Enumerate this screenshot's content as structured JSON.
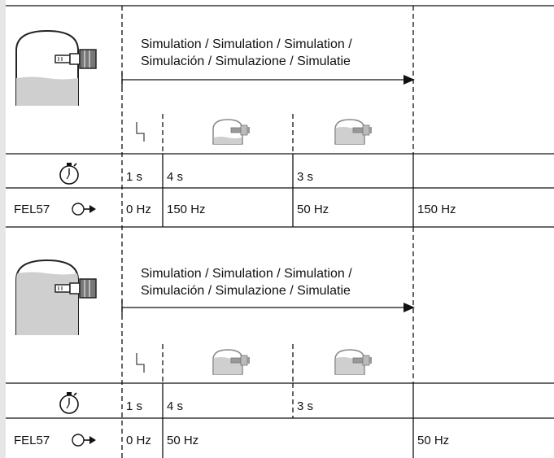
{
  "simulation_text": {
    "line1": "Simulation / Simulation / Simulation /",
    "line2": "Simulación / Simulazione / Simulatie"
  },
  "sections": [
    {
      "tank_fill": "low",
      "durations": [
        "1 s",
        "4 s",
        "3 s"
      ],
      "device_label": "FEL57",
      "frequencies": [
        "0 Hz",
        "150 Hz",
        "50 Hz",
        "150 Hz"
      ]
    },
    {
      "tank_fill": "full",
      "durations": [
        "1 s",
        "4 s",
        "3 s"
      ],
      "device_label": "FEL57",
      "frequencies": [
        "0 Hz",
        "50 Hz",
        "50 Hz"
      ]
    }
  ],
  "icons": {
    "timer": "stopwatch-icon",
    "output": "output-signal-icon",
    "power": "power-step-icon"
  },
  "colors": {
    "liquid": "#cfcfcf",
    "line": "#111111",
    "background_stripe": "#e6e6e6"
  }
}
